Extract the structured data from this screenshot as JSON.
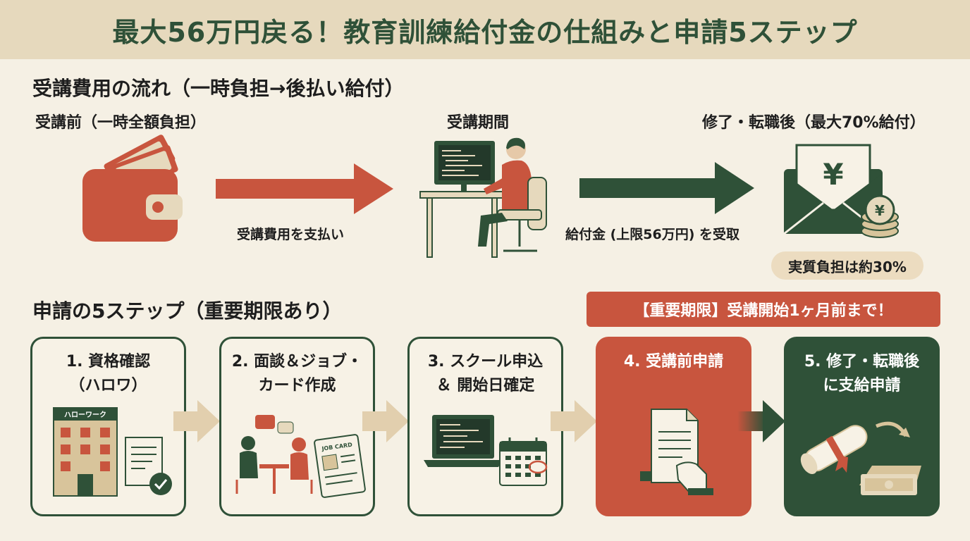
{
  "title": "最大56万円戻る！教育訓練給付金の仕組みと申請5ステップ",
  "flow_section": {
    "title": "受講費用の流れ（一時負担→後払い給付）",
    "stages": [
      {
        "label": "受講前（一時全額負担）",
        "icon": "wallet-icon"
      },
      {
        "label": "受講期間",
        "icon": "person-at-computer-icon"
      },
      {
        "label": "修了・転職後（最大70%給付）",
        "icon": "yen-envelope-icon"
      }
    ],
    "arrows": [
      {
        "caption": "受講費用を支払い",
        "color": "#c8553e"
      },
      {
        "caption": "給付金 (上限56万円) を受取",
        "color": "#2f5138"
      }
    ],
    "effective_cost": "実質負担は約30%"
  },
  "steps_section": {
    "title": "申請の5ステップ（重要期限あり）",
    "deadline": "【重要期限】受講開始1ヶ月前まで！",
    "steps": [
      {
        "label": "1. 資格確認\n（ハロワ）",
        "icon": "hello-work-building-icon",
        "sign": "ハローワーク"
      },
      {
        "label": "2. 面談＆ジョブ・\nカード作成",
        "icon": "interview-icon",
        "card_text": "JOB CARD"
      },
      {
        "label": "3. スクール申込\n＆ 開始日確定",
        "icon": "laptop-calendar-icon"
      },
      {
        "label": "4. 受講前申請",
        "icon": "document-hand-icon"
      },
      {
        "label": "5. 修了・転職後\nに支給申請",
        "icon": "diploma-money-icon"
      }
    ]
  },
  "colors": {
    "green": "#2f5138",
    "red": "#c8553e",
    "beige": "#e6d9bd",
    "background": "#f5f0e4"
  }
}
